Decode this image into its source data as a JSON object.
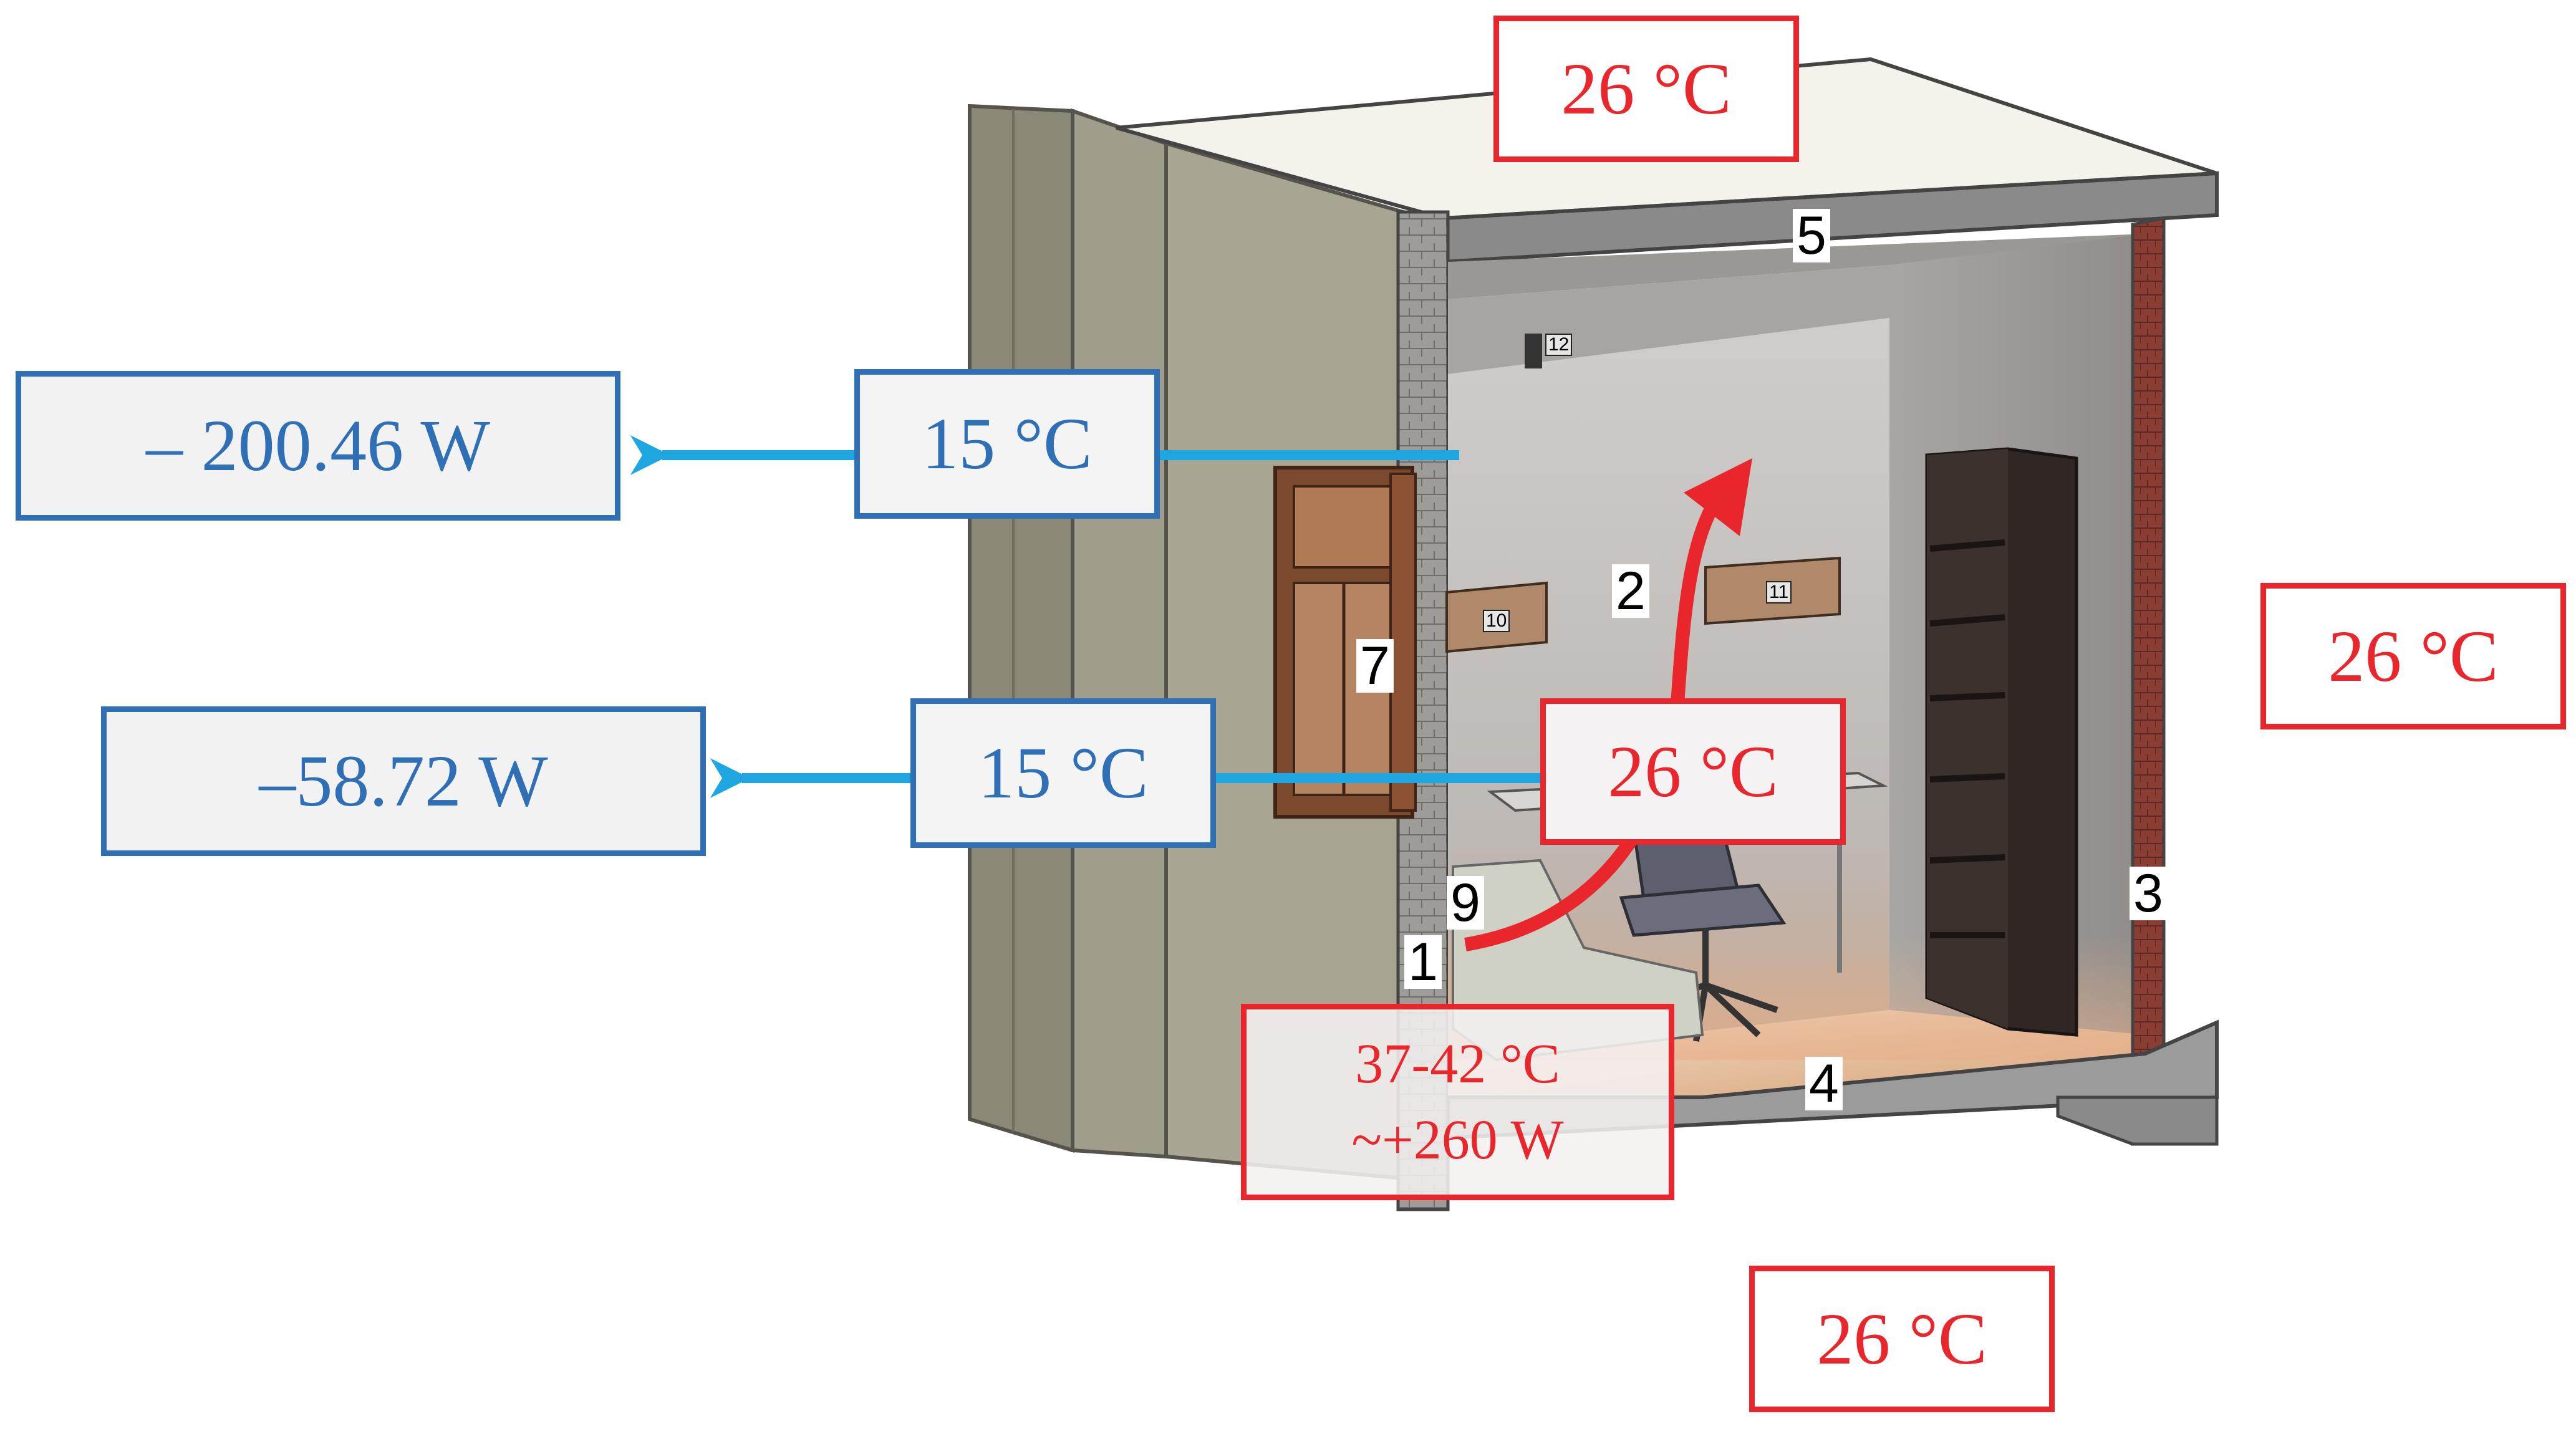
{
  "labels": {
    "ceiling_temp": "26 °C",
    "right_temp": "26 °C",
    "floor_temp": "26 °C",
    "room_temp": "26 °C",
    "upper_loss": "– 200.46 W",
    "upper_window_temp": "15 °C",
    "lower_loss": "–58.72 W",
    "lower_window_temp": "15 °C",
    "heater_temp": "37-42 °C",
    "heater_power": "~+260 W"
  },
  "components": [
    "1",
    "2",
    "3",
    "4",
    "5",
    "7",
    "9",
    "10",
    "11",
    "12"
  ],
  "colors": {
    "hot": "#e8262b",
    "cold": "#2f6fb6",
    "flow_arrow": "#1ea6e0"
  }
}
